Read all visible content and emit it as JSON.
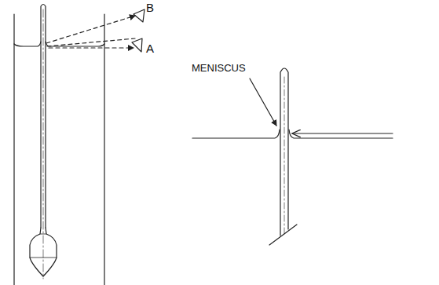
{
  "diagram": {
    "labels": [
      "B",
      "A",
      "MENISCUS"
    ]
  }
}
